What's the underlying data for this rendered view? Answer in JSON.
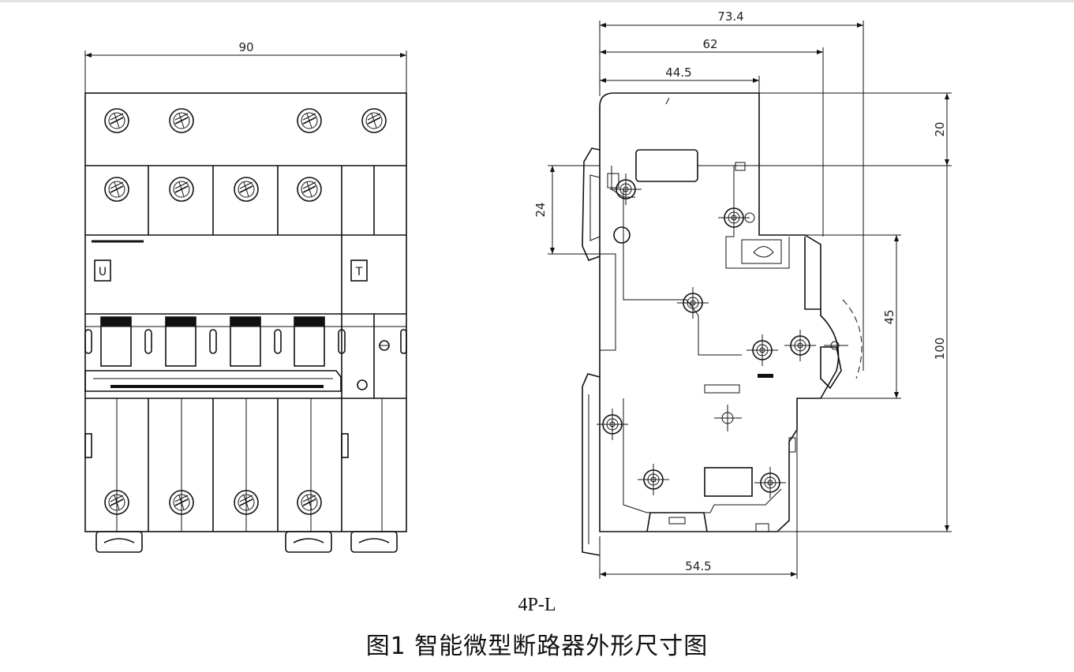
{
  "front_view": {
    "width_dim": "90",
    "left_symbol": "U",
    "right_symbol": "T"
  },
  "side_view": {
    "dims": {
      "overall_depth": "73.4",
      "depth_62": "62",
      "depth_44_5": "44.5",
      "top_20": "20",
      "left_24": "24",
      "height_45": "45",
      "height_100": "100",
      "bottom_54_5": "54.5"
    }
  },
  "caption": {
    "model": "4P-L",
    "title": "图1  智能微型断路器外形尺寸图"
  }
}
